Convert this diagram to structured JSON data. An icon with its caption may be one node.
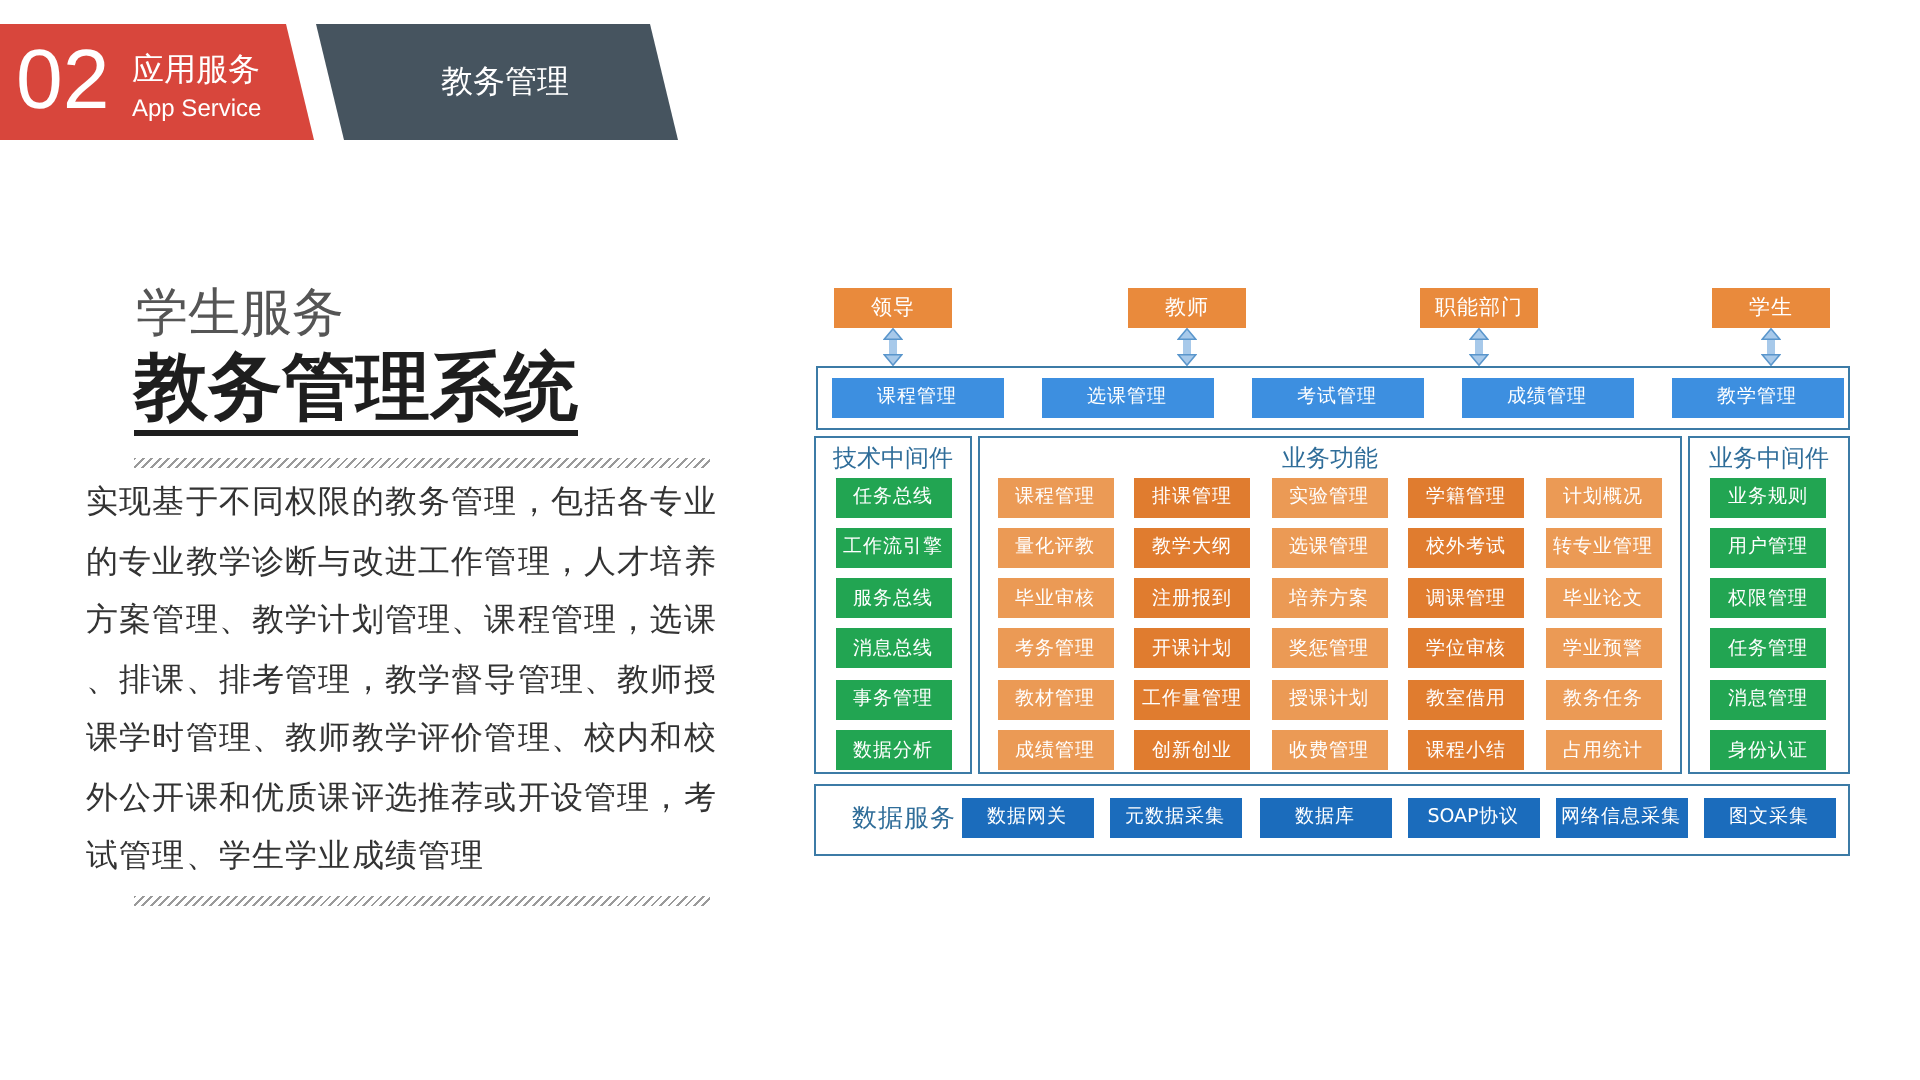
{
  "diagram": {
    "nodes": [
      {
        "text": [
          "02",
          "应用服务",
          "App Service"
        ]
      },
      {
        "text": [
          "教务管理"
        ]
      },
      {
        "text": [
          "领导"
        ]
      },
      {
        "text": [
          "教师"
        ]
      },
      {
        "text": [
          "职能部门"
        ]
      },
      {
        "text": [
          "学生"
        ]
      },
      {
        "text": [],
        "shape": "box"
      },
      {
        "text": [
          "课程管理"
        ],
        "in": 6
      },
      {
        "text": [
          "选课管理"
        ],
        "in": 6
      },
      {
        "text": [
          "考试管理"
        ],
        "in": 6
      },
      {
        "text": [
          "成绩管理"
        ],
        "in": 6
      },
      {
        "text": [
          "教学管理"
        ],
        "in": 6
      },
      {
        "text": [
          "技术中间件"
        ]
      },
      {
        "text": [
          "任务总线"
        ],
        "in": 12
      },
      {
        "text": [
          "工作流引擎"
        ],
        "in": 12
      },
      {
        "text": [
          "服务总线"
        ],
        "in": 12
      },
      {
        "text": [
          "消息总线"
        ],
        "in": 12
      },
      {
        "text": [
          "事务管理"
        ],
        "in": 12
      },
      {
        "text": [
          "数据分析"
        ],
        "in": 12
      },
      {
        "text": [
          "业务功能"
        ]
      },
      {
        "text": [
          "课程管理"
        ],
        "in": 19
      },
      {
        "text": [
          "排课管理"
        ],
        "in": 19
      },
      {
        "text": [
          "实验管理"
        ],
        "in": 19
      },
      {
        "text": [
          "学籍管理"
        ],
        "in": 19
      },
      {
        "text": [
          "计划概况"
        ],
        "in": 19
      },
      {
        "text": [
          "量化评教"
        ],
        "in": 19
      },
      {
        "text": [
          "教学大纲"
        ],
        "in": 19
      },
      {
        "text": [
          "选课管理"
        ],
        "in": 19
      },
      {
        "text": [
          "校外考试"
        ],
        "in": 19
      },
      {
        "text": [
          "转专业管理"
        ],
        "in": 19
      },
      {
        "text": [
          "毕业审核"
        ],
        "in": 19
      },
      {
        "text": [
          "注册报到"
        ],
        "in": 19
      },
      {
        "text": [
          "培养方案"
        ],
        "in": 19
      },
      {
        "text": [
          "调课管理"
        ],
        "in": 19
      },
      {
        "text": [
          "毕业论文"
        ],
        "in": 19
      },
      {
        "text": [
          "考务管理"
        ],
        "in": 19
      },
      {
        "text": [
          "开课计划"
        ],
        "in": 19
      },
      {
        "text": [
          "奖惩管理"
        ],
        "in": 19
      },
      {
        "text": [
          "学位审核"
        ],
        "in": 19
      },
      {
        "text": [
          "学业预警"
        ],
        "in": 19
      },
      {
        "text": [
          "教材管理"
        ],
        "in": 19
      },
      {
        "text": [
          "工作量管理"
        ],
        "in": 19
      },
      {
        "text": [
          "授课计划"
        ],
        "in": 19
      },
      {
        "text": [
          "教室借用"
        ],
        "in": 19
      },
      {
        "text": [
          "教务任务"
        ],
        "in": 19
      },
      {
        "text": [
          "成绩管理"
        ],
        "in": 19
      },
      {
        "text": [
          "创新创业"
        ],
        "in": 19
      },
      {
        "text": [
          "收费管理"
        ],
        "in": 19
      },
      {
        "text": [
          "课程小结"
        ],
        "in": 19
      },
      {
        "text": [
          "占用统计"
        ],
        "in": 19
      },
      {
        "text": [
          "业务中间件"
        ]
      },
      {
        "text": [
          "业务规则"
        ],
        "in": 50
      },
      {
        "text": [
          "用户管理"
        ],
        "in": 50
      },
      {
        "text": [
          "权限管理"
        ],
        "in": 50
      },
      {
        "text": [
          "任务管理"
        ],
        "in": 50
      },
      {
        "text": [
          "消息管理"
        ],
        "in": 50
      },
      {
        "text": [
          "身份认证"
        ],
        "in": 50
      },
      {
        "text": [
          "数据服务"
        ]
      },
      {
        "text": [
          "数据网关"
        ],
        "in": 57
      },
      {
        "text": [
          "元数据采集"
        ],
        "in": 57
      },
      {
        "text": [
          "数据库"
        ],
        "in": 57
      },
      {
        "text": [
          "SOAP协议"
        ],
        "in": 57
      },
      {
        "text": [
          "网络信息采集"
        ],
        "in": 57
      },
      {
        "text": [
          "图文采集"
        ],
        "in": 57
      }
    ],
    "edges": [
      {
        "from": 2,
        "to": 6,
        "arrow": "both"
      },
      {
        "from": 3,
        "to": 6,
        "arrow": "both"
      },
      {
        "from": 4,
        "to": 6,
        "arrow": "both"
      },
      {
        "from": 5,
        "to": 6,
        "arrow": "both"
      }
    ],
    "labels": [
      "学生服务",
      "教务管理系统",
      "实现基于不同权限的教务管理，包括各专业的专业教学诊断与改进工作管理，人才培养方案管理、教学计划管理、课程管理，选课、排课、排考管理，教学督导管理、教师授课学时管理、教师教学评价管理、校内和校外公开课和优质课评选推荐或开设管理，考试管理、学生学业成绩管理"
    ]
  }
}
